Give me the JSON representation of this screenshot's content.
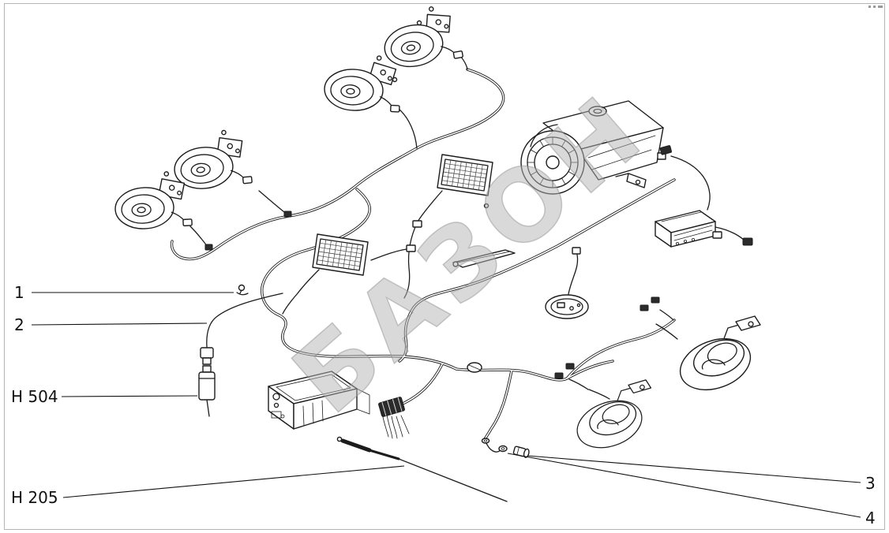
{
  "diagram": {
    "watermark": "БАЗОН",
    "callouts": [
      {
        "id": "1",
        "label": "1"
      },
      {
        "id": "2",
        "label": "2"
      },
      {
        "id": "h504",
        "label": "H 504"
      },
      {
        "id": "h205",
        "label": "H 205"
      },
      {
        "id": "3",
        "label": "3"
      },
      {
        "id": "4",
        "label": "4"
      }
    ]
  }
}
